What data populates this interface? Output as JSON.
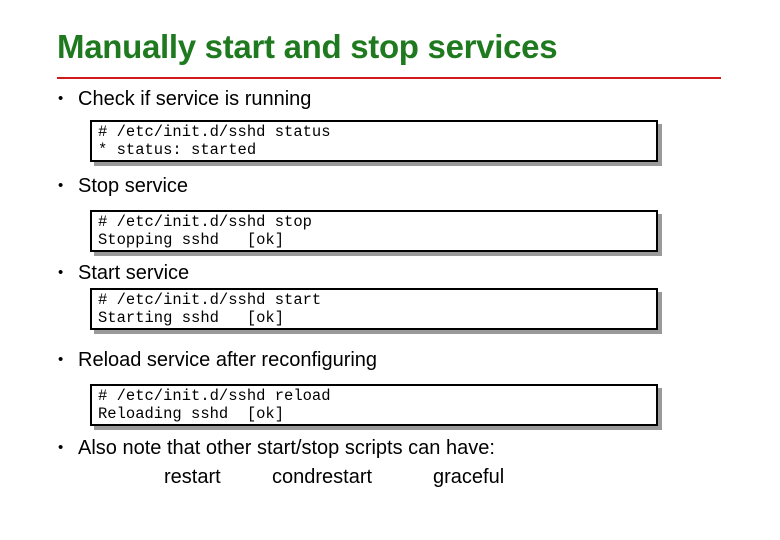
{
  "title": "Manually start and stop services",
  "bullet_symbol": "•",
  "sections": [
    {
      "bullet": "Check if service is running",
      "code": [
        "# /etc/init.d/sshd status",
        "* status: started"
      ]
    },
    {
      "bullet": "Stop service",
      "code": [
        "# /etc/init.d/sshd stop",
        "Stopping sshd   [ok]"
      ]
    },
    {
      "bullet": "Start service",
      "code": [
        "# /etc/init.d/sshd start",
        "Starting sshd   [ok]"
      ]
    },
    {
      "bullet": "Reload service after reconfiguring",
      "code": [
        "# /etc/init.d/sshd reload",
        "Reloading sshd  [ok]"
      ]
    }
  ],
  "final_bullet": "Also note that other start/stop scripts can have:",
  "alternatives": [
    "restart",
    "condrestart",
    "graceful"
  ],
  "colors": {
    "title": "#1f7a1f",
    "rule": "#d11a1a"
  }
}
